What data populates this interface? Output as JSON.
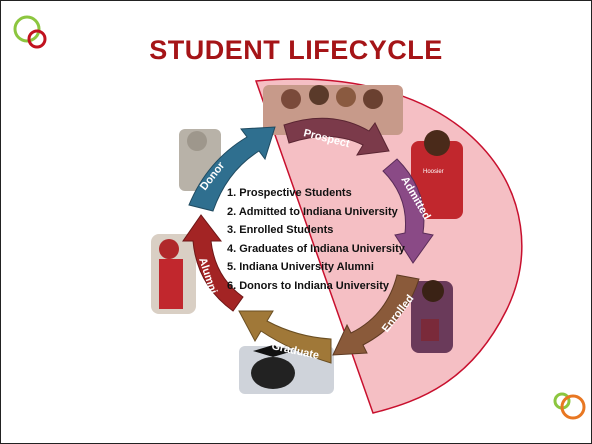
{
  "slide": {
    "title": "STUDENT LIFECYCLE",
    "stages": [
      {
        "label": "Prospect",
        "color": "#7b3a4a"
      },
      {
        "label": "Admitted",
        "color": "#8a4a86"
      },
      {
        "label": "Enrolled",
        "color": "#8a5a3a"
      },
      {
        "label": "Graduate",
        "color": "#a07838"
      },
      {
        "label": "Alumni",
        "color": "#a32424"
      },
      {
        "label": "Donor",
        "color": "#2f6f8f"
      }
    ],
    "list": [
      "1. Prospective Students",
      "2. Admitted to Indiana University",
      "3. Enrolled Students",
      "4. Graduates of Indiana University",
      "5. Indiana University Alumni",
      "6. Donors to Indiana University"
    ],
    "photo_labels": {
      "shirt_text": "Hoosier"
    }
  }
}
